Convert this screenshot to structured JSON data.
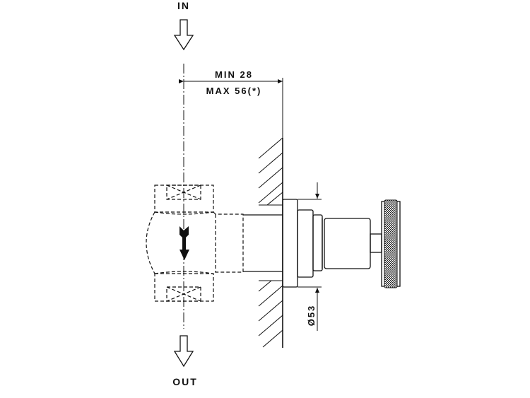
{
  "flow": {
    "in_label": "IN",
    "out_label": "OUT"
  },
  "dimensions": {
    "depth_min": "MIN 28",
    "depth_max": "MAX 56(*)",
    "diameter": "Ø53"
  },
  "colors": {
    "line": "#111111",
    "background": "#ffffff"
  }
}
